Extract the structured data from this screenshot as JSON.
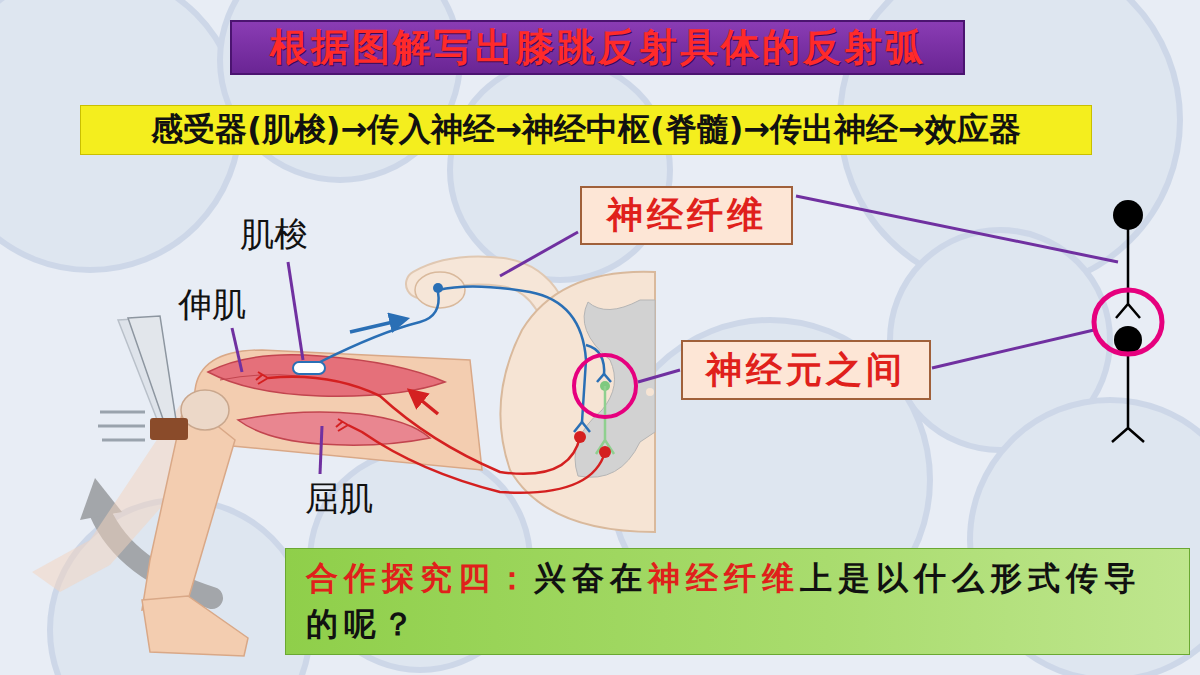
{
  "diagram": {
    "title": "根据图解写出膝跳反射具体的反射弧",
    "nodes": [
      {
        "text": [
          "感受器(肌梭)→传入神经→神经中枢(脊髓)→传出神经→效应器"
        ]
      },
      {
        "text": [
          "神经纤维"
        ]
      },
      {
        "text": [
          "神经元之间"
        ]
      },
      {
        "text": [
          "合作探究四：",
          "兴奋在",
          "神经纤维",
          "上是以什么形式传导的呢？"
        ]
      }
    ],
    "labels": [
      "肌梭",
      "伸肌",
      "屈肌"
    ]
  }
}
